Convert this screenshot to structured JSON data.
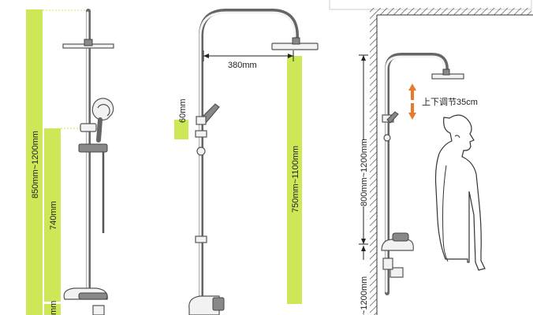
{
  "colors": {
    "accent_green": "#cde857",
    "pipe": "#666666",
    "wall_hatch": "#555555",
    "arrow_orange": "#e87a30"
  },
  "labels": {
    "left_main_height": "850mm~1200mm",
    "left_lower_height": "740mm",
    "left_bottom_cut": "mm",
    "middle_arm_width": "380mm",
    "middle_small_height": "60mm",
    "middle_main_height": "750mm~1100mm",
    "right_adjust": "上下调节35cm",
    "right_upper_height": "800mm~1200mm",
    "right_lower_height": "~1200mm"
  }
}
